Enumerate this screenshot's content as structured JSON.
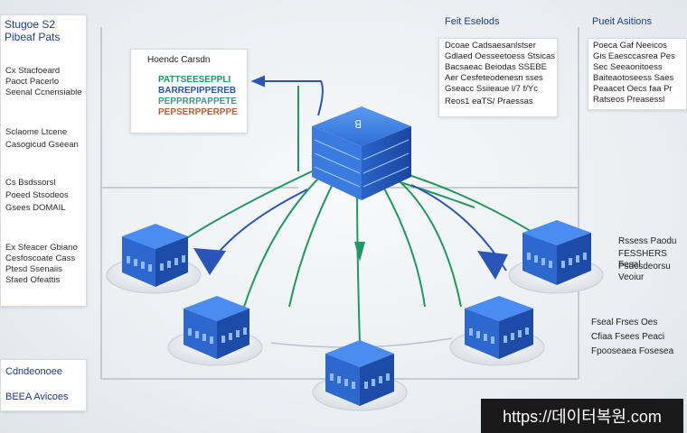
{
  "sidebar": {
    "title_line1": "Stugoe S2",
    "title_line2": "Pibeaf Pats",
    "groups": [
      [
        "Cx Stacfoeard",
        "Paoct Pacerlo",
        "Seenal Ccnensiable"
      ],
      [
        "Sclaome Ltcene",
        "Casogicud Gseean"
      ],
      [
        "Cs Bsdssorsl",
        "Poeed Stsodeos",
        "Gsees DOMAIL"
      ],
      [
        "Ex Sfeacer Gbiano",
        "Cesfoscoate Cass",
        "Ptesd Ssenaiis",
        "Sfaed Ofeattis"
      ]
    ],
    "bottom1": "Cdndeonoee",
    "bottom2": "BEEA Avicoes"
  },
  "legend": {
    "title": "Hoendc   Carsdn",
    "rows": [
      "PATTSEESEPPLI",
      "BARREPIPPEREB",
      "PEPPRRPAPPETE",
      "PEPSERPPERPPE"
    ]
  },
  "top_right_1": {
    "title": "Feit Eselods",
    "lines": [
      "Dcoae Cadsaesanlstser",
      "Gdlaed Oesseetoess Stsicas",
      "Bacsaeac Beiodas SSEBE",
      "Aer Cesfeteodenesn sses",
      "Gseacc Ssiieaue l/7 f/Yc",
      "Reos1 eaTS/ Praessas"
    ]
  },
  "top_right_2": {
    "title": "Pueit Asitions",
    "lines": [
      "Poeca Gaf Neeicos",
      "Gis Eaesccasrea Pes",
      "Sec Seeaonitoess",
      "Baiteaotoseess Saes",
      "Peaacet Oecs faa Pr",
      "Ratseos Preasessl"
    ]
  },
  "right_labels": {
    "group1": [
      "Rssess  Paodu",
      "FESSHERS  Fesal",
      "Psdcsdeorsu  Veoiur"
    ],
    "group2": [
      "Fseal  Frses  Oes",
      "Cfiaa  Fsees  Peaci",
      "Fpooseaea  Fosesea"
    ]
  },
  "watermark": "https://데이터복원.com",
  "colors": {
    "server_blue": "#2f6fd6",
    "server_dark": "#1b4fae",
    "line_green": "#1f9a5e",
    "line_blue": "#2a55b8",
    "frame_line": "#b8c0ca"
  }
}
